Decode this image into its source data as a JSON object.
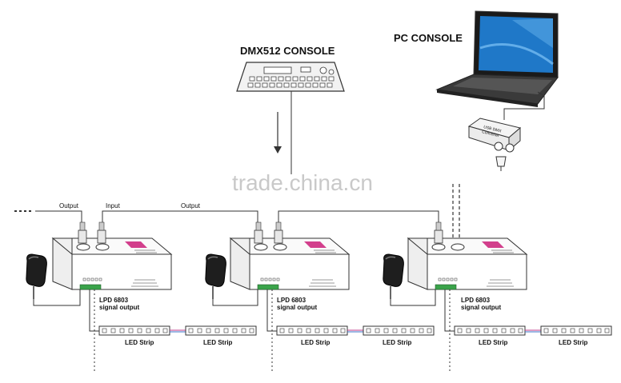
{
  "titles": {
    "dmx_console": "DMX512 CONSOLE",
    "pc_console": "PC CONSOLE"
  },
  "watermark": "trade.china.cn",
  "usb_converter": {
    "line1": "USB DMX",
    "line2": "Converter"
  },
  "cables": {
    "output_1": "Output",
    "input_1": "Input",
    "output_2": "Output"
  },
  "decoders": [
    {
      "signal_line1": "LPD 6803",
      "signal_line2": "signal output"
    },
    {
      "signal_line1": "LPD 6803",
      "signal_line2": "signal output"
    },
    {
      "signal_line1": "LPD 6803",
      "signal_line2": "signal output"
    }
  ],
  "strips": [
    {
      "label": "LED Strip"
    },
    {
      "label": "LED Strip"
    },
    {
      "label": "LED Strip"
    },
    {
      "label": "LED Strip"
    },
    {
      "label": "LED Strip"
    },
    {
      "label": "LED Strip"
    }
  ],
  "colors": {
    "line": "#333333",
    "laptop_screen": "#1f78c8",
    "connector_green": "#3aa34a",
    "panel_pink": "#d23f8c",
    "watermark": "#c9c9c9"
  }
}
